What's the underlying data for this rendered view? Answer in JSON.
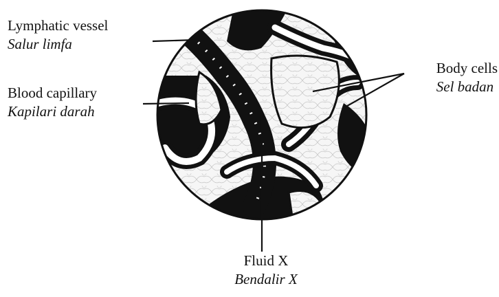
{
  "labels": {
    "lymphatic_vessel": {
      "en": "Lymphatic vessel",
      "ms": "Salur limfa"
    },
    "blood_capillary": {
      "en": "Blood capillary",
      "ms": "Kapilari darah"
    },
    "body_cells": {
      "en": "Body cells",
      "ms": "Sel badan"
    },
    "fluid_x": {
      "en": "Fluid X",
      "ms": "Bendalir X"
    }
  },
  "colors": {
    "ink": "#111111",
    "background": "#ffffff",
    "cell_fill": "#f4f4f4"
  }
}
